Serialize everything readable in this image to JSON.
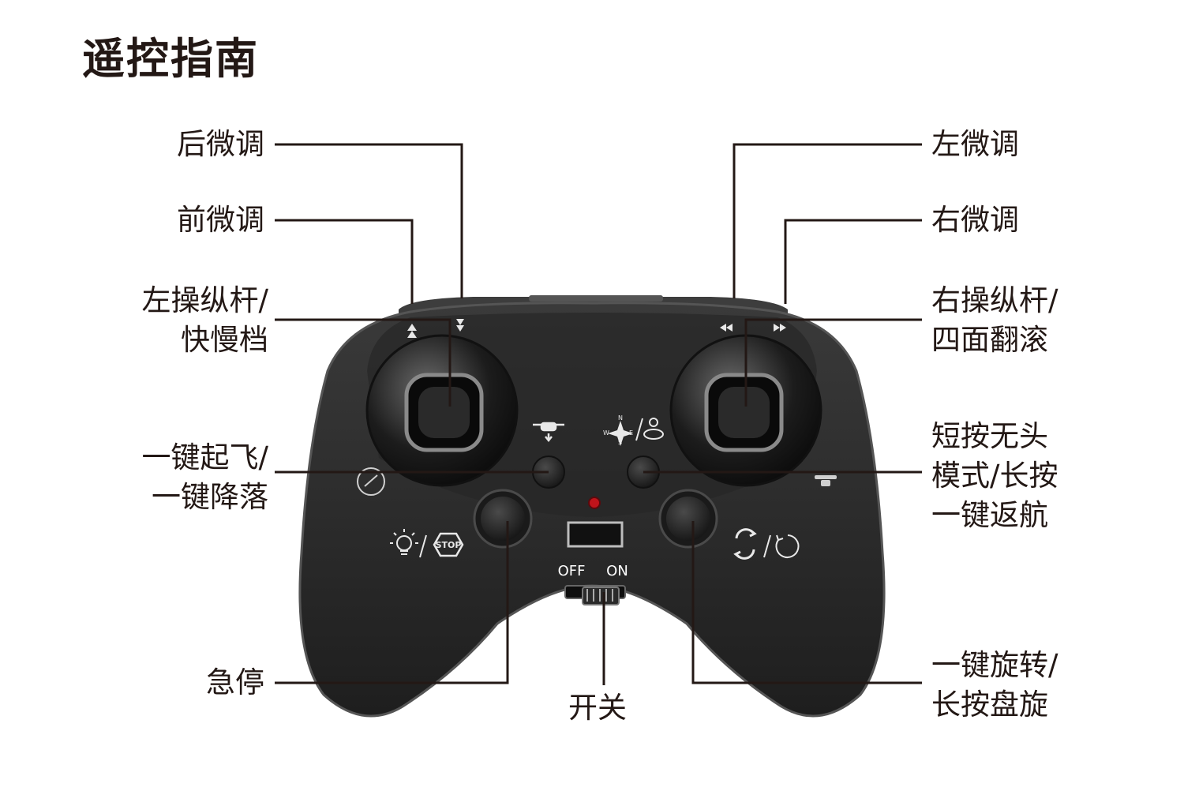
{
  "title": "遥控指南",
  "labels": {
    "rear_trim": "后微调",
    "front_trim": "前微调",
    "left_stick": [
      "左操纵杆/",
      "快慢档"
    ],
    "takeoff_land": [
      "一键起飞/",
      "一键降落"
    ],
    "emergency_stop": "急停",
    "power_switch": "开关",
    "left_trim": "左微调",
    "right_trim": "右微调",
    "right_stick": [
      "右操纵杆/",
      "四面翻滚"
    ],
    "headless_return": [
      "短按无头",
      "模式/长按",
      "一键返航"
    ],
    "rotate_circle": [
      "一键旋转/",
      "长按盘旋"
    ]
  },
  "controller": {
    "switch_off": "OFF",
    "switch_on": "ON",
    "stop_badge": "STOP",
    "compass": [
      "N",
      "W",
      "E",
      "S"
    ]
  },
  "colors": {
    "body": "#2b2b2b",
    "body_edge": "#4a4a4a",
    "leader_line": "#231815",
    "indicator_led": "#c0141b",
    "icon": "#e8e8e8"
  }
}
